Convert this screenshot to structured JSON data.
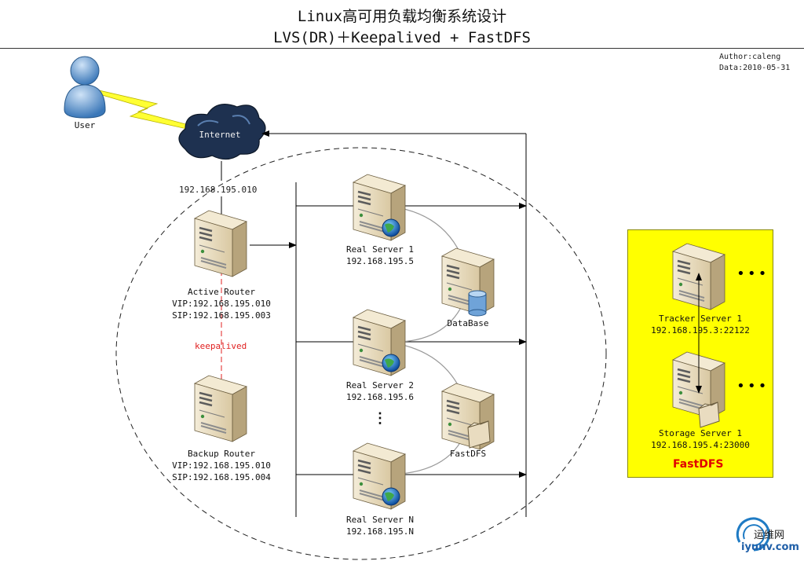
{
  "title": {
    "line1": "Linux高可用负载均衡系统设计",
    "line2": "LVS(DR)＋Keepalived + FastDFS"
  },
  "meta": {
    "author": "Author:caleng",
    "date": "Data:2010-05-31"
  },
  "user": {
    "label": "User"
  },
  "internet": {
    "label": "Internet"
  },
  "gateway_ip": "192.168.195.010",
  "active_router": {
    "name": "Active Router",
    "vip": "VIP:192.168.195.010",
    "sip": "SIP:192.168.195.003"
  },
  "keepalived": "keepalived",
  "backup_router": {
    "name": "Backup Router",
    "vip": "VIP:192.168.195.010",
    "sip": "SIP:192.168.195.004"
  },
  "real_servers": [
    {
      "name": "Real Server 1",
      "ip": "192.168.195.5"
    },
    {
      "name": "Real Server 2",
      "ip": "192.168.195.6"
    },
    {
      "name": "Real Server N",
      "ip": "192.168.195.N"
    }
  ],
  "ellipsis": "⋮",
  "database": {
    "label": "DataBase"
  },
  "fastdfs_node": {
    "label": "FastDFS"
  },
  "fastdfs_panel": {
    "tracker": {
      "name": "Tracker Server 1",
      "ip": "192.168.195.3:22122"
    },
    "storage": {
      "name": "Storage Server 1",
      "ip": "192.168.195.4:23000"
    },
    "more": "•••",
    "label": "FastDFS"
  },
  "watermark": {
    "cn": "运维网",
    "site": "iyunv.com"
  },
  "colors": {
    "server_body": "#e9dcc0",
    "server_side": "#b7a47c",
    "panel": "#ffff00",
    "keepalived": "#e02020",
    "fastdfs_label": "#e00000",
    "lightning": "#ffff33"
  }
}
